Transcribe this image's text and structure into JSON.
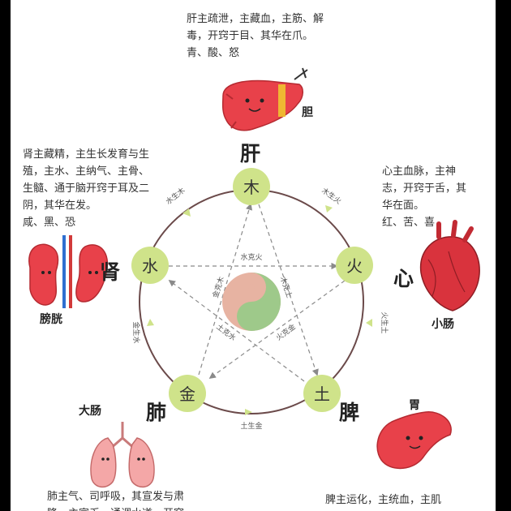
{
  "elements": {
    "wood": "木",
    "fire": "火",
    "earth": "土",
    "metal": "金",
    "water": "水"
  },
  "generating": {
    "wood_fire": "木生火",
    "fire_earth": "火生土",
    "earth_metal": "土生金",
    "metal_water": "金生水",
    "water_wood": "水生木"
  },
  "controlling": {
    "water_fire": "水克火",
    "fire_metal": "火克金",
    "metal_wood": "金克木",
    "wood_earth": "木克土",
    "earth_water": "土克水"
  },
  "organs": {
    "liver": "肝",
    "gallbladder": "胆",
    "heart": "心",
    "small_intestine": "小肠",
    "spleen": "脾",
    "stomach": "胃",
    "lung": "肺",
    "large_intestine": "大肠",
    "kidney": "肾",
    "bladder": "膀胱"
  },
  "descriptions": {
    "liver": "肝主疏泄，主藏血，主筋、解\n毒，开窍于目、其华在爪。\n青、酸、怒",
    "heart": "心主血脉，主神\n志，开窍于舌，其\n华在面。\n红、苦、喜",
    "kidney": "肾主藏精，主生长发育与生\n殖，主水、主纳气、主骨、\n生髓、通于脑开窍于耳及二\n阴，其华在发。\n咸、黑、恐",
    "lung": "肺主气、司呼吸，其宣发与肃\n降，主宣乏，通调水道，开窍",
    "spleen": "脾主运化，主统血，主肌"
  },
  "colors": {
    "circle": "#6b4a4a",
    "node_fill": "#cfe38a",
    "arrow_generating": "#cfe38a",
    "dashed": "#8a8a8a",
    "organ_red": "#e8414a",
    "yin_yang_green": "#9ec98a",
    "yin_yang_pink": "#e7b3a2"
  }
}
